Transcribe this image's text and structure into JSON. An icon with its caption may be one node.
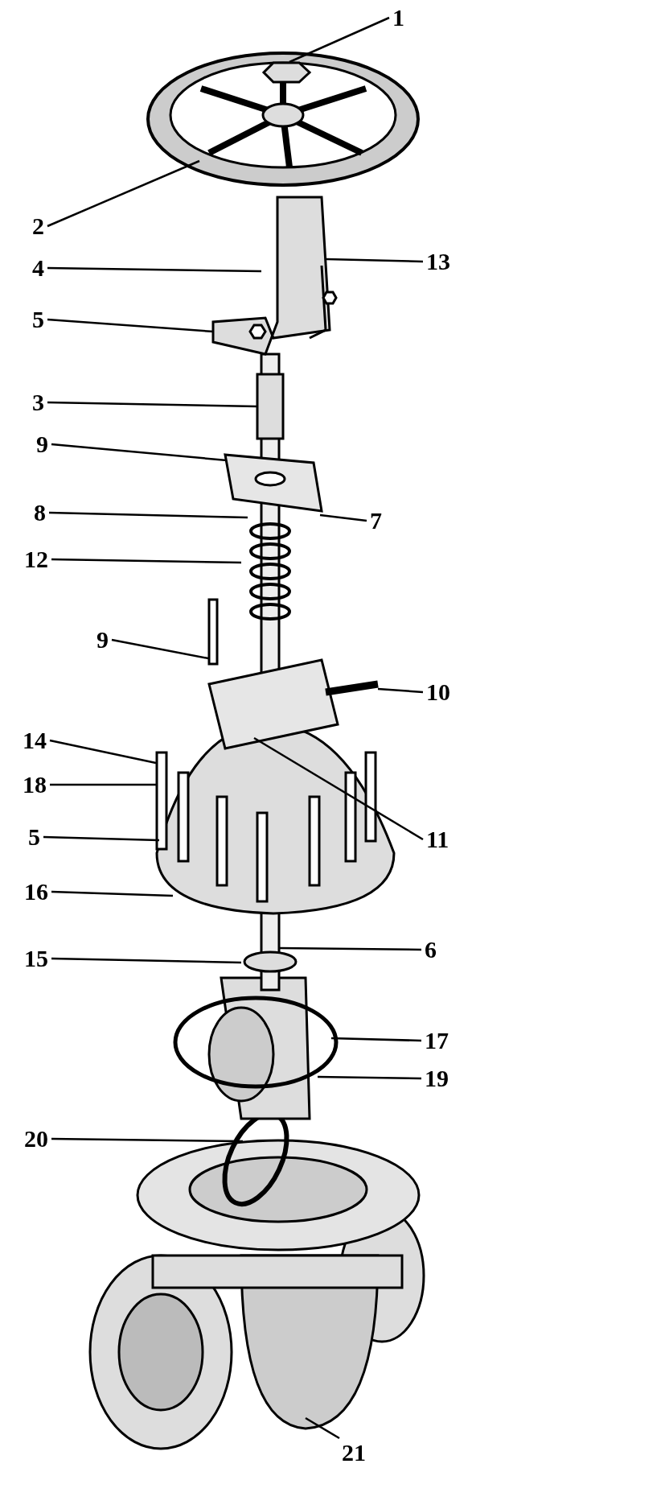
{
  "diagram": {
    "nodes": [
      {
        "text": [
          "1"
        ]
      },
      {
        "text": [
          "2"
        ]
      },
      {
        "text": [
          "13"
        ]
      },
      {
        "text": [
          "4"
        ]
      },
      {
        "text": [
          "5"
        ]
      },
      {
        "text": [
          "3"
        ]
      },
      {
        "text": [
          "9"
        ]
      },
      {
        "text": [
          "8"
        ]
      },
      {
        "text": [
          "7"
        ]
      },
      {
        "text": [
          "12"
        ]
      },
      {
        "text": [
          "9"
        ]
      },
      {
        "text": [
          "10"
        ]
      },
      {
        "text": [
          "14"
        ]
      },
      {
        "text": [
          "18"
        ]
      },
      {
        "text": [
          "11"
        ]
      },
      {
        "text": [
          "5"
        ]
      },
      {
        "text": [
          "16"
        ]
      },
      {
        "text": [
          "6"
        ]
      },
      {
        "text": [
          "15"
        ]
      },
      {
        "text": [
          "17"
        ]
      },
      {
        "text": [
          "19"
        ]
      },
      {
        "text": [
          "20"
        ]
      },
      {
        "text": [
          "21"
        ]
      }
    ],
    "edges": [
      {
        "from": 0,
        "to": null,
        "arrow": "none"
      },
      {
        "from": 1,
        "to": null,
        "arrow": "none"
      },
      {
        "from": 2,
        "to": null,
        "arrow": "none"
      },
      {
        "from": 3,
        "to": null,
        "arrow": "none"
      },
      {
        "from": 4,
        "to": null,
        "arrow": "none"
      },
      {
        "from": 5,
        "to": null,
        "arrow": "none"
      },
      {
        "from": 6,
        "to": null,
        "arrow": "none"
      },
      {
        "from": 7,
        "to": null,
        "arrow": "none"
      },
      {
        "from": 8,
        "to": null,
        "arrow": "none"
      },
      {
        "from": 9,
        "to": null,
        "arrow": "none"
      },
      {
        "from": 10,
        "to": null,
        "arrow": "none"
      },
      {
        "from": 11,
        "to": null,
        "arrow": "none"
      },
      {
        "from": 12,
        "to": null,
        "arrow": "none"
      },
      {
        "from": 13,
        "to": null,
        "arrow": "none"
      },
      {
        "from": 14,
        "to": null,
        "arrow": "none"
      },
      {
        "from": 15,
        "to": null,
        "arrow": "none"
      },
      {
        "from": 16,
        "to": null,
        "arrow": "none"
      },
      {
        "from": 17,
        "to": null,
        "arrow": "none"
      },
      {
        "from": 18,
        "to": null,
        "arrow": "none"
      },
      {
        "from": 19,
        "to": null,
        "arrow": "none"
      },
      {
        "from": 20,
        "to": null,
        "arrow": "none"
      },
      {
        "from": 21,
        "to": null,
        "arrow": "none"
      },
      {
        "from": 22,
        "to": null,
        "arrow": "none"
      }
    ]
  }
}
